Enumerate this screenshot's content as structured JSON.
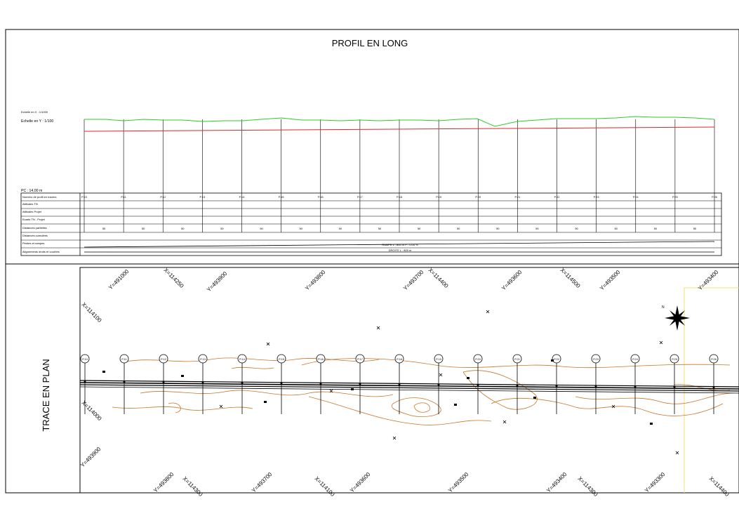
{
  "profile": {
    "title": "PROFIL EN LONG",
    "scale_x": "Echelle en X : 1/1000",
    "scale_y": "Echelle en Y : 1/100",
    "reference_plane": "PC : 14,00 m",
    "table_rows": [
      "Numéro de profil en travers",
      "Altitudes TN",
      "Altitudes Projet",
      "Ecarts TN - Projet",
      "Distances partielles",
      "Distances cumulées",
      "Pentes et rampes",
      "Alignements droits et courbes"
    ],
    "profile_ids": [
      "P.10",
      "P.11",
      "P.12",
      "P.13",
      "P.14",
      "P.15",
      "P.16",
      "P.17",
      "P.18",
      "P.19",
      "P.20",
      "P.21",
      "P.22",
      "P.23",
      "P.24",
      "P.25",
      "P.26"
    ],
    "partial_distances": [
      "50",
      "50",
      "50",
      "50",
      "50",
      "50",
      "50",
      "50",
      "50",
      "50",
      "50",
      "50",
      "50",
      "50",
      "50",
      "50"
    ],
    "slope_label": "RAMPE L : 800 m  P : 0.05 %",
    "alignment_label": "DROITE L : 800 m",
    "colors": {
      "terrain_line": "#2ecc2e",
      "project_line": "#e0262b",
      "contours": "#c8772a",
      "parcel_line": "#f2e27a"
    }
  },
  "plan": {
    "title": "TRACE EN PLAN",
    "grid_labels_top": [
      "Y=491000",
      "X=114250",
      "Y=493900",
      "Y=493800",
      "Y=493700",
      "X=114400",
      "Y=493600",
      "X=114500",
      "Y=493500",
      "Y=493400"
    ],
    "grid_labels_left": [
      "X=114100",
      "X=114000",
      "Y=493900"
    ],
    "grid_labels_bottom": [
      "Y=493800",
      "X=114300",
      "Y=493700",
      "X=114100",
      "Y=493600",
      "Y=493500",
      "Y=493400",
      "X=114300",
      "Y=493300",
      "X=114400"
    ],
    "station_ids": [
      "P.10",
      "P.11",
      "P.12",
      "P.13",
      "P.14",
      "P.15",
      "P.16",
      "P.17",
      "P.18",
      "P.19",
      "P.20",
      "P.21",
      "P.22",
      "P.23",
      "P.24",
      "P.25",
      "P.26"
    ],
    "north_arrow": "north-arrow-icon"
  }
}
